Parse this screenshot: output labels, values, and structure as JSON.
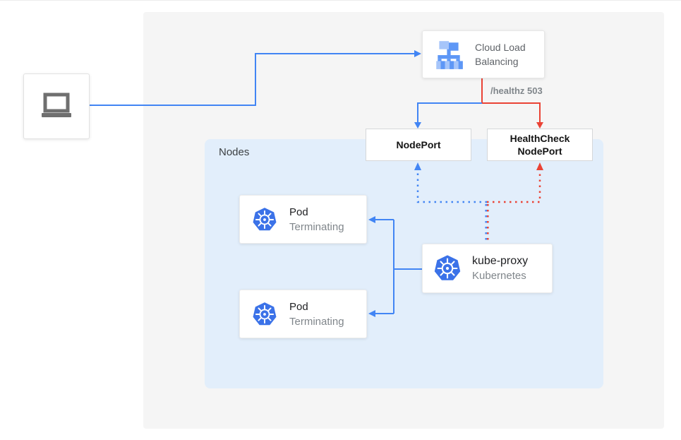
{
  "labels": {
    "nodes_panel": "Nodes",
    "healthz": "/healthz 503"
  },
  "client": {
    "icon": "laptop-icon"
  },
  "cloud_load_balancing": {
    "label": "Cloud Load Balancing",
    "icon": "cloud-load-balancing-icon"
  },
  "nodeport": {
    "label": "NodePort"
  },
  "healthcheck_nodeport": {
    "label": "HealthCheck NodePort"
  },
  "pods": [
    {
      "title": "Pod",
      "subtitle": "Terminating",
      "icon": "kubernetes-icon"
    },
    {
      "title": "Pod",
      "subtitle": "Terminating",
      "icon": "kubernetes-icon"
    }
  ],
  "kube_proxy": {
    "title": "kube-proxy",
    "subtitle": "Kubernetes",
    "icon": "kubernetes-icon"
  },
  "colors": {
    "traffic_blue": "#4285F4",
    "error_red": "#EA4335",
    "outer_panel_gray": "#F5F5F5",
    "nodes_panel_blue": "#E2EEFB"
  }
}
